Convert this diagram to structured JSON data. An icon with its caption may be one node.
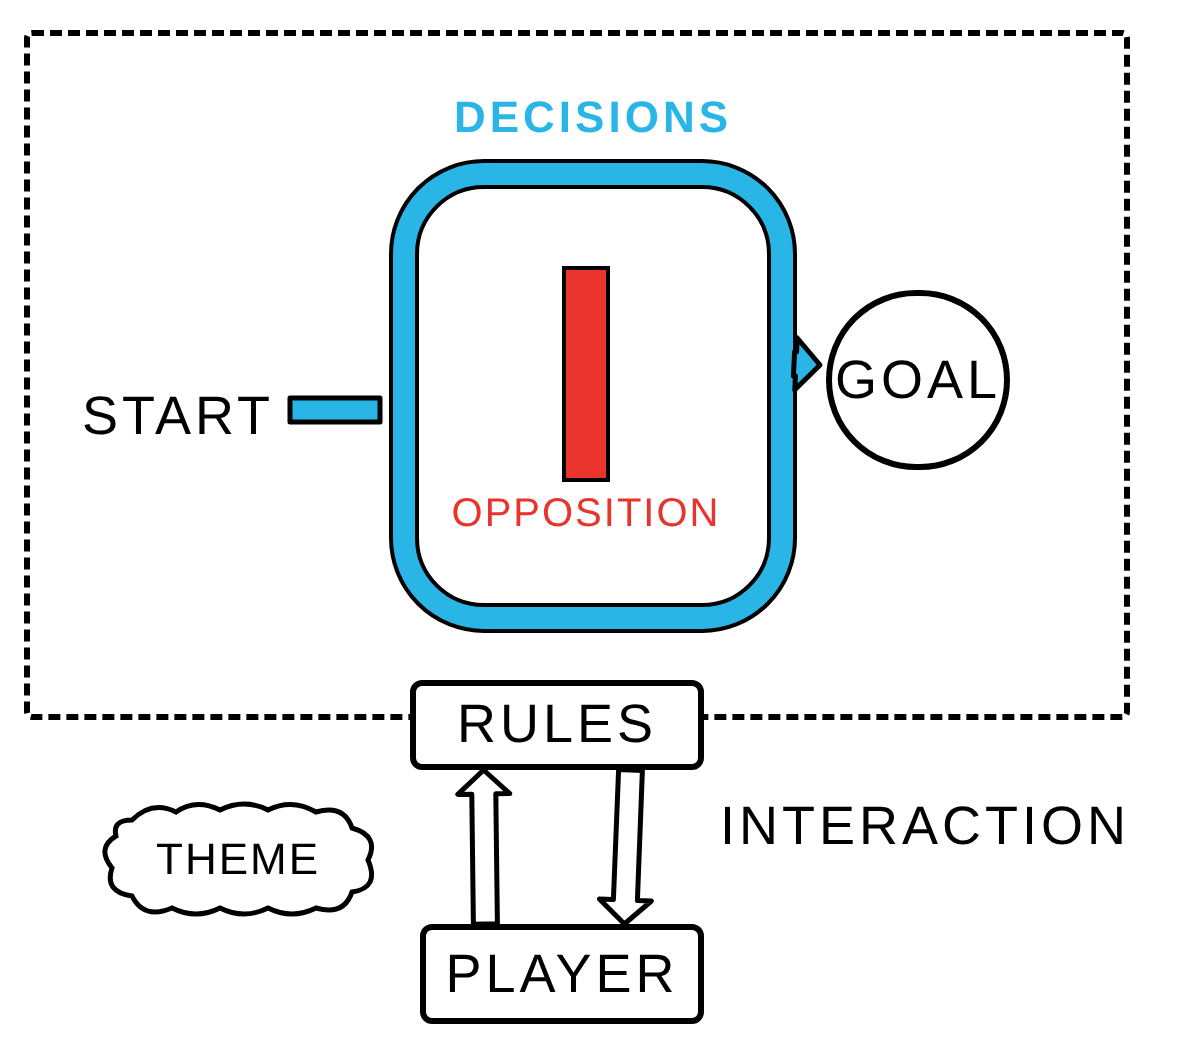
{
  "diagram": {
    "nodes": [
      {
        "text": [],
        "shape": "box"
      },
      {
        "text": [
          "START"
        ],
        "in": 0
      },
      {
        "text": [
          "DECISIONS"
        ],
        "in": 0
      },
      {
        "text": [
          "OPPOSITION"
        ],
        "in": 2
      },
      {
        "text": [
          "GOAL"
        ],
        "in": 0
      },
      {
        "text": [
          "RULES"
        ]
      },
      {
        "text": [
          "THEME"
        ]
      },
      {
        "text": [
          "PLAYER"
        ]
      }
    ],
    "edges": [
      {
        "from": 1,
        "to": 2,
        "arrow": "none",
        "color": "#29b6e6"
      },
      {
        "from": 2,
        "to": 4,
        "arrow": "to",
        "color": "#29b6e6"
      },
      {
        "from": 7,
        "to": 5,
        "arrow": "to"
      },
      {
        "from": 5,
        "to": 7,
        "arrow": "to"
      }
    ],
    "labels": [
      "INTERACTION"
    ]
  }
}
